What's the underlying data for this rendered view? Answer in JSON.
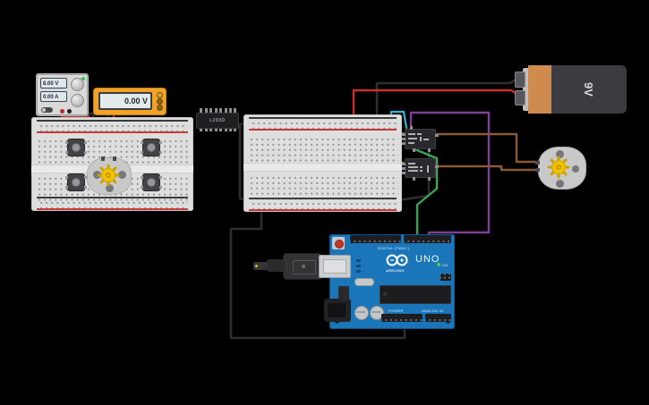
{
  "scene": {
    "background": "#000000"
  },
  "power_supply": {
    "voltage_display": "8.00 V",
    "current_display": "0.00 A"
  },
  "multimeter": {
    "display_value": "0.00 V"
  },
  "ic_chip": {
    "label": "L293D"
  },
  "battery": {
    "label": "9V"
  },
  "arduino": {
    "board_name": "UNO",
    "brand": "ARDUINO",
    "labels": {
      "digital": "DIGITAL (PWM~)",
      "power": "POWER",
      "analog": "ANALOG IN",
      "on": "ON"
    }
  },
  "wire_colors": {
    "red": "#c8322b",
    "black": "#2e2e30",
    "cyan": "#35b8d8",
    "green": "#3aa655",
    "yellow": "#e8c21a",
    "orange": "#ef7d1a",
    "purple": "#7d3f98",
    "brown": "#8a5a32"
  }
}
